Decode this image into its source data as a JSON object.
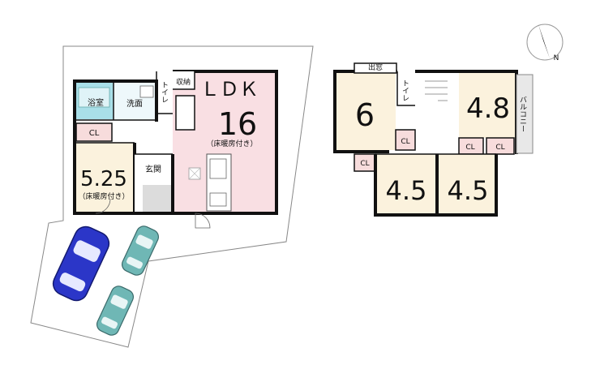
{
  "first_floor": {
    "ldk": {
      "label": "ＬＤＫ",
      "size": "16",
      "note": "（床暖房付き）"
    },
    "bath": "浴室",
    "wash": "洗面",
    "toilet": "トイレ",
    "storage": "収納",
    "cl": "CL",
    "entrance": "玄関",
    "room": {
      "size": "5.25",
      "note": "（床暖房付き）"
    }
  },
  "second_floor": {
    "bay": "出窓",
    "toilet": "トイレ",
    "room_6": "6",
    "room_48": "4.8",
    "room_45a": "4.5",
    "room_45b": "4.5",
    "cl": "CL",
    "balcony": "バルコニー"
  },
  "compass": {
    "label": "N"
  },
  "colors": {
    "ldk": "#f9dfe3",
    "room": "#fbf2dd",
    "bath": "#a9dfe8",
    "wash": "#eef8fb",
    "cl": "#f7dcdc",
    "entrance": "#dcdcdc",
    "car_blue": "#2b36c8",
    "car_teal": "#6fb7b5"
  }
}
